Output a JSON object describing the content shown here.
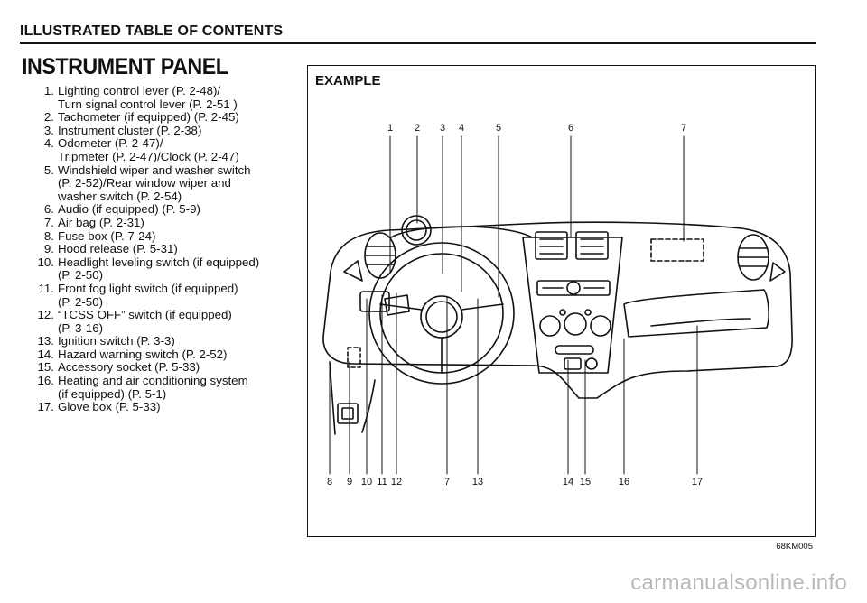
{
  "header": {
    "section_title": "ILLUSTRATED TABLE OF CONTENTS",
    "page_heading": "INSTRUMENT PANEL"
  },
  "toc": [
    {
      "num": "1.",
      "lines": [
        "Lighting control lever (P. 2-48)/",
        "Turn signal control lever (P. 2-51 )"
      ]
    },
    {
      "num": "2.",
      "lines": [
        "Tachometer (if equipped) (P. 2-45)"
      ]
    },
    {
      "num": "3.",
      "lines": [
        "Instrument cluster (P. 2-38)"
      ]
    },
    {
      "num": "4.",
      "lines": [
        "Odometer (P. 2-47)/",
        "Tripmeter (P. 2-47)/Clock (P. 2-47)"
      ]
    },
    {
      "num": "5.",
      "lines": [
        "Windshield wiper and washer switch",
        "(P. 2-52)/Rear window wiper and",
        " washer switch (P. 2-54)"
      ]
    },
    {
      "num": "6.",
      "lines": [
        "Audio (if equipped) (P. 5-9)"
      ]
    },
    {
      "num": "7.",
      "lines": [
        "Air bag (P. 2-31)"
      ]
    },
    {
      "num": "8.",
      "lines": [
        "Fuse box (P. 7-24)"
      ]
    },
    {
      "num": "9.",
      "lines": [
        "Hood release (P. 5-31)"
      ]
    },
    {
      "num": "10.",
      "lines": [
        "Headlight leveling switch (if equipped)",
        "(P. 2-50)"
      ]
    },
    {
      "num": "11.",
      "lines": [
        "Front fog light switch (if equipped)",
        "(P. 2-50)"
      ]
    },
    {
      "num": "12.",
      "lines": [
        "“TCSS OFF” switch (if equipped)",
        "(P. 3-16)"
      ]
    },
    {
      "num": "13.",
      "lines": [
        "Ignition switch (P. 3-3)"
      ]
    },
    {
      "num": "14.",
      "lines": [
        "Hazard warning switch (P. 2-52)"
      ]
    },
    {
      "num": "15.",
      "lines": [
        "Accessory socket (P. 5-33)"
      ]
    },
    {
      "num": "16.",
      "lines": [
        "Heating and air conditioning system",
        "(if equipped) (P. 5-1)"
      ]
    },
    {
      "num": "17.",
      "lines": [
        "Glove box (P. 5-33)"
      ]
    }
  ],
  "example": {
    "label": "EXAMPLE",
    "figure_code": "68KM005",
    "top_callouts": [
      "1",
      "2",
      "3",
      "4",
      "5",
      "6",
      "7"
    ],
    "bottom_callouts": [
      "8",
      "9",
      "10",
      "11",
      "12",
      "7",
      "13",
      "14",
      "15",
      "16",
      "17"
    ]
  },
  "watermark": "carmanualsonline.info"
}
